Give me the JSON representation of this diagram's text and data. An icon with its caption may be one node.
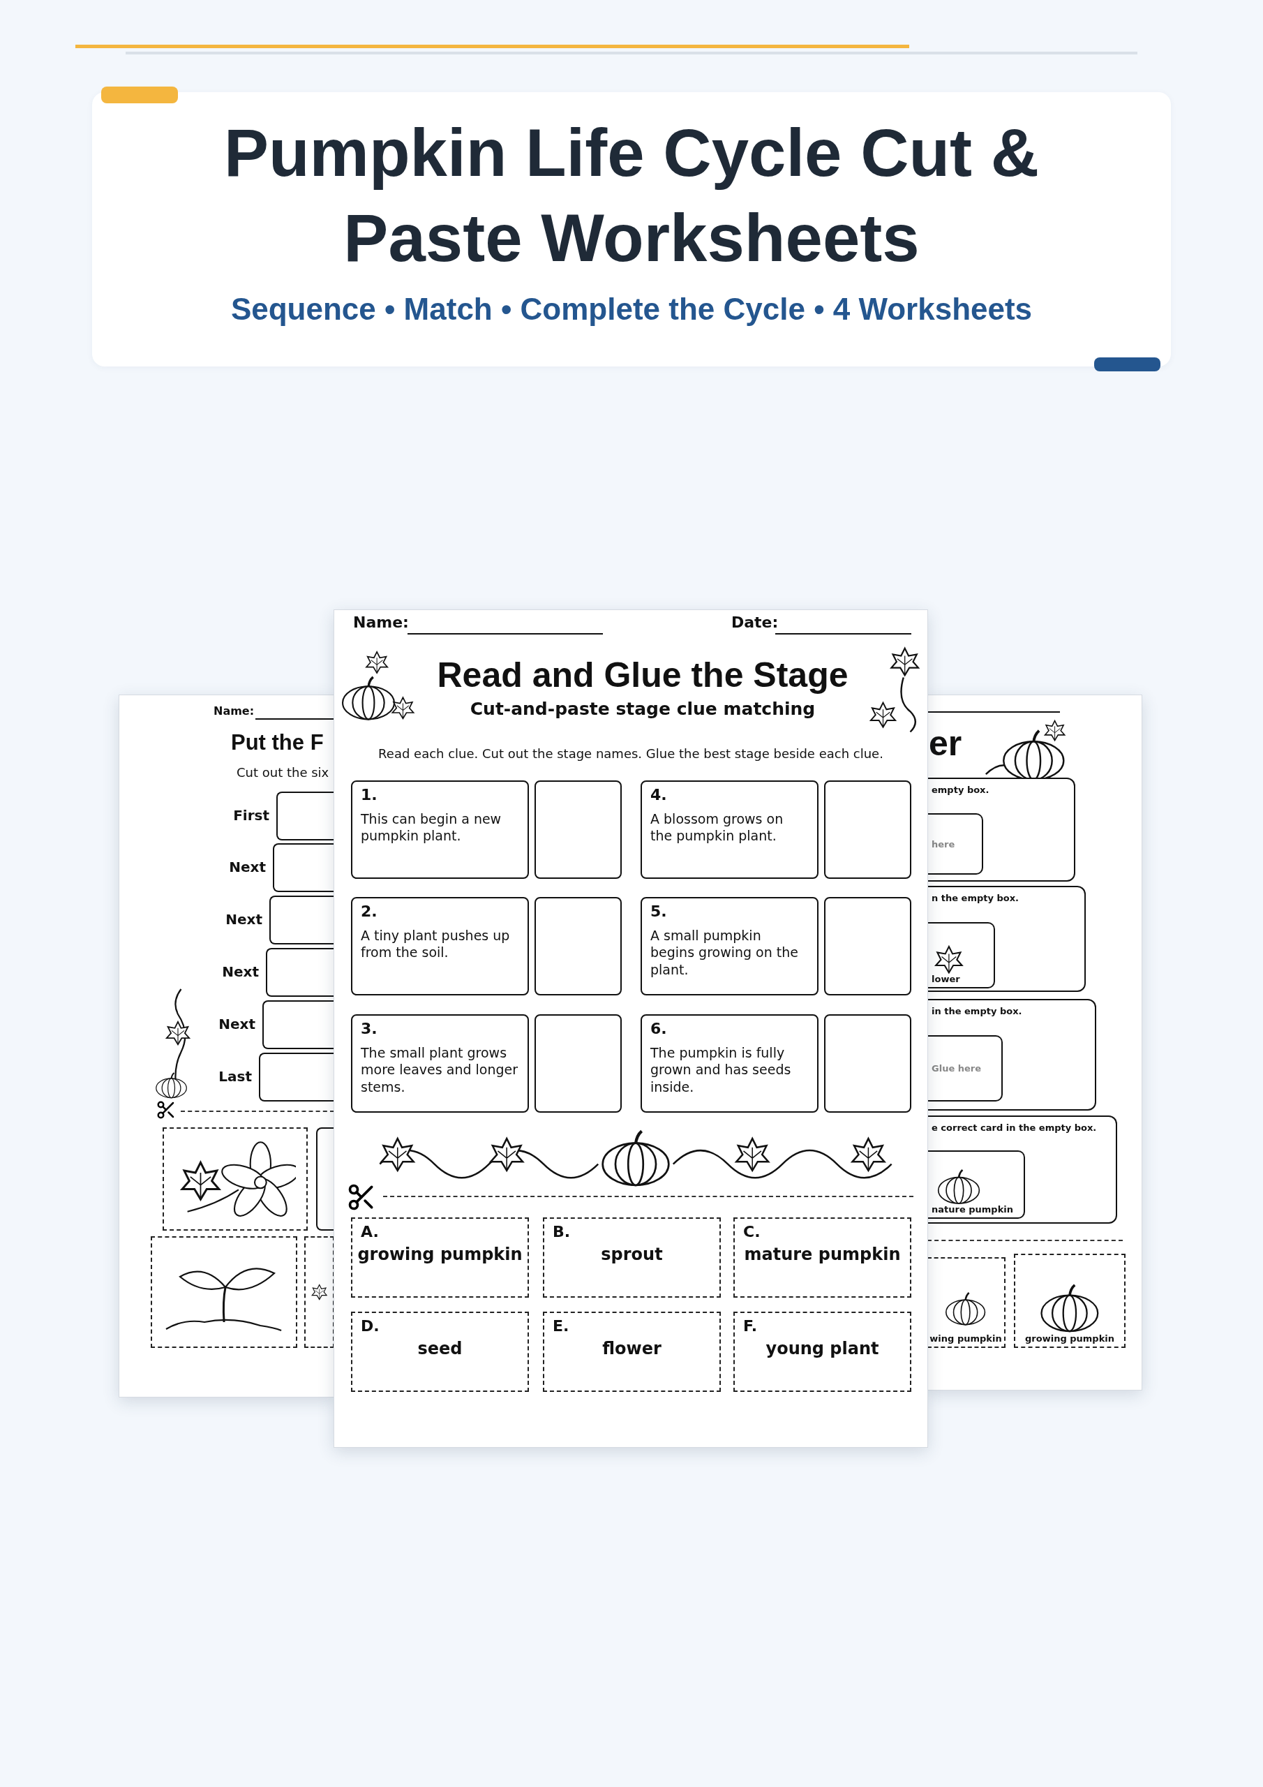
{
  "diagram": {
    "title": "Pumpkin Life Cycle Cut & Paste Worksheets",
    "nodes": [
      {
        "text": [
          "Name:",
          "Put the F",
          "Cut out the six"
        ]
      },
      {
        "text": [],
        "shape": "box",
        "in": 0,
        "beside": [
          "First"
        ]
      },
      {
        "text": [],
        "shape": "box",
        "in": 0,
        "beside": [
          "Next"
        ]
      },
      {
        "text": [],
        "shape": "box",
        "in": 0,
        "beside": [
          "Next"
        ]
      },
      {
        "text": [],
        "shape": "box",
        "in": 0,
        "beside": [
          "Next"
        ]
      },
      {
        "text": [],
        "shape": "box",
        "in": 0,
        "beside": [
          "Next"
        ]
      },
      {
        "text": [],
        "shape": "box",
        "in": 0,
        "beside": [
          "Last"
        ]
      },
      {
        "text": [],
        "shape": "picture",
        "in": 0
      },
      {
        "text": [],
        "shape": "box",
        "in": 0
      },
      {
        "text": [],
        "shape": "picture",
        "in": 0
      },
      {
        "text": [],
        "shape": "picture",
        "in": 0
      },
      {
        "text": [
          "Name:",
          "Date:",
          "Read and Glue the Stage",
          "Cut-and-paste stage clue matching",
          "Read each clue. Cut out the stage names. Glue the best stage beside each clue."
        ]
      },
      {
        "text": [
          "1.",
          "This can begin a new pumpkin plant."
        ],
        "in": 11
      },
      {
        "text": [],
        "shape": "box",
        "in": 11
      },
      {
        "text": [
          "4.",
          "A blossom grows on the pumpkin plant."
        ],
        "in": 11
      },
      {
        "text": [],
        "shape": "box",
        "in": 11
      },
      {
        "text": [
          "2.",
          "A tiny plant pushes up from the soil."
        ],
        "in": 11
      },
      {
        "text": [],
        "shape": "box",
        "in": 11
      },
      {
        "text": [
          "5.",
          "A small pumpkin begins growing on the plant."
        ],
        "in": 11
      },
      {
        "text": [],
        "shape": "box",
        "in": 11
      },
      {
        "text": [
          "3.",
          "The small plant grows more leaves and longer stems."
        ],
        "in": 11
      },
      {
        "text": [],
        "shape": "box",
        "in": 11
      },
      {
        "text": [
          "6.",
          "The pumpkin is fully grown and has seeds inside."
        ],
        "in": 11
      },
      {
        "text": [],
        "shape": "box",
        "in": 11
      },
      {
        "text": [
          "A.",
          "growing pumpkin"
        ],
        "in": 11
      },
      {
        "text": [
          "B.",
          "sprout"
        ],
        "in": 11
      },
      {
        "text": [
          "C.",
          "mature pumpkin"
        ],
        "in": 11
      },
      {
        "text": [
          "D.",
          "seed"
        ],
        "in": 11
      },
      {
        "text": [
          "E.",
          "flower"
        ],
        "in": 11
      },
      {
        "text": [
          "F.",
          "young plant"
        ],
        "in": 11
      },
      {
        "text": [
          "er"
        ]
      },
      {
        "text": [
          "empty box."
        ],
        "in": 30
      },
      {
        "text": [
          "here"
        ],
        "in": 31
      },
      {
        "text": [
          "n the empty box."
        ],
        "in": 30
      },
      {
        "text": [
          "lower"
        ],
        "in": 33
      },
      {
        "text": [
          "in the empty box."
        ],
        "in": 30
      },
      {
        "text": [
          "Glue here"
        ],
        "in": 35
      },
      {
        "text": [
          "e correct card in the empty box."
        ],
        "in": 30
      },
      {
        "text": [
          "nature pumpkin"
        ],
        "in": 37
      },
      {
        "text": [
          "wing pumpkin"
        ],
        "in": 30
      },
      {
        "text": [
          "growing pumpkin"
        ],
        "in": 30
      }
    ],
    "labels": [
      "Sequence • Match • Complete the Cycle • 4 Worksheets"
    ]
  }
}
